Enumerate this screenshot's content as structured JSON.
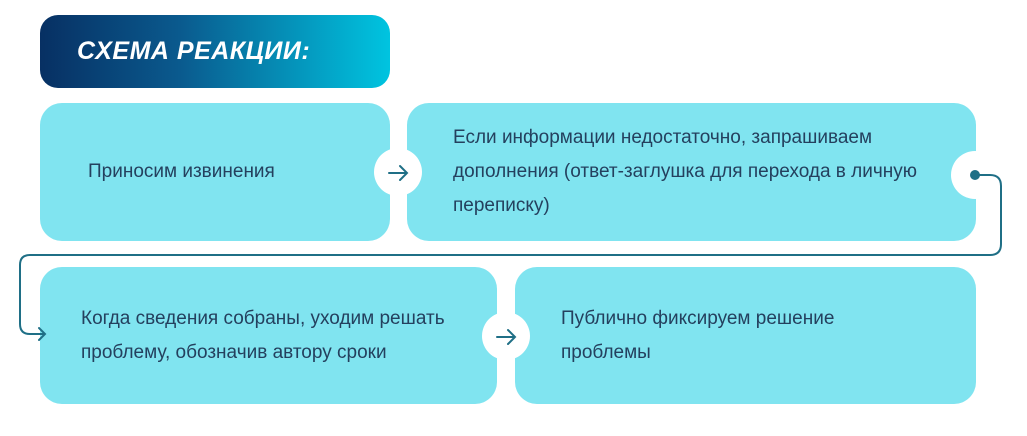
{
  "title": "СХЕМА РЕАКЦИИ:",
  "steps": [
    {
      "text": "Приносим извинения"
    },
    {
      "text": "Если информации недостаточно, запрашиваем дополнения (ответ-заглушка для перехода в личную переписку)"
    },
    {
      "text": "Когда сведения собраны, уходим решать проблему, обозначив автору сроки"
    },
    {
      "text": "Публично фиксируем решение проблемы"
    }
  ],
  "colors": {
    "box": "#80e4f0",
    "connector": "#1f6f86",
    "text": "#24405e"
  }
}
